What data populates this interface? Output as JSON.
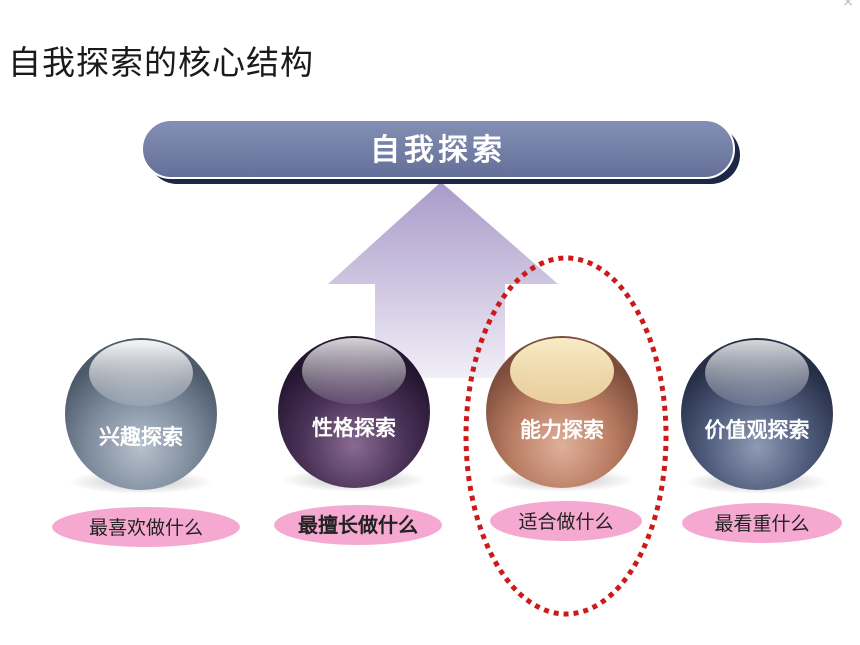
{
  "slide": {
    "title": "自我探索的核心结构",
    "close_glyph": "×"
  },
  "diagram": {
    "banner": {
      "label": "自我探索"
    },
    "spheres": [
      {
        "label": "兴趣探索",
        "caption": "最喜欢做什么"
      },
      {
        "label": "性格探索",
        "caption": "最擅长做什么"
      },
      {
        "label": "能力探索",
        "caption": "适合做什么"
      },
      {
        "label": "价值观探索",
        "caption": "最看重什么"
      }
    ],
    "highlight": "能力探索",
    "colors": {
      "banner": "#6f7ba4",
      "arrow_top": "#a99ac9",
      "arrow_bottom": "#f1eef7",
      "pill": "#f5a9d0",
      "highlight_ring": "#cc1a1a",
      "sphere_interest": "#6c7b8d",
      "sphere_personality": "#3e2a4b",
      "sphere_ability": "#b5765f",
      "sphere_values": "#3f4a66"
    }
  }
}
